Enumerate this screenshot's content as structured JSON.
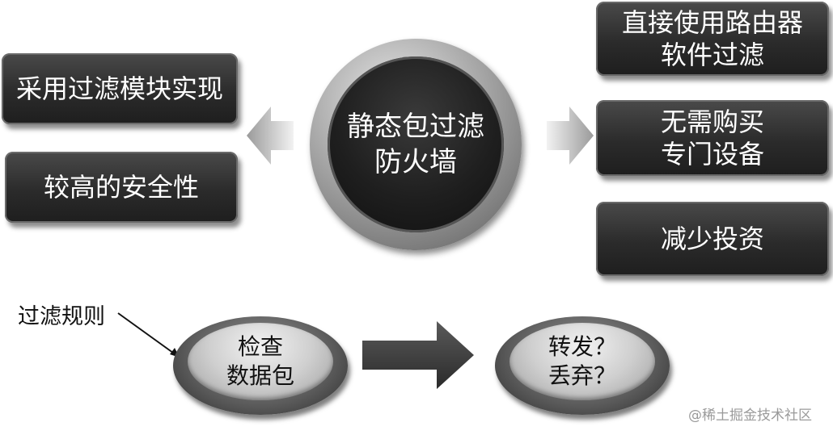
{
  "center": {
    "line1": "静态包过滤",
    "line2": "防火墙"
  },
  "left_boxes": [
    {
      "text": "采用过滤模块实现"
    },
    {
      "text": "较高的安全性"
    }
  ],
  "right_boxes": [
    {
      "line1": "直接使用路由器",
      "line2": "软件过滤"
    },
    {
      "line1": "无需购买",
      "line2": "专门设备"
    },
    {
      "line1": "减少投资",
      "line2": ""
    }
  ],
  "flow": {
    "rule_label": "过滤规则",
    "check": {
      "line1": "检查",
      "line2": "数据包"
    },
    "decide": {
      "line1": "转发？",
      "line2": "丢弃？"
    }
  },
  "watermark": "@稀土掘金技术社区"
}
